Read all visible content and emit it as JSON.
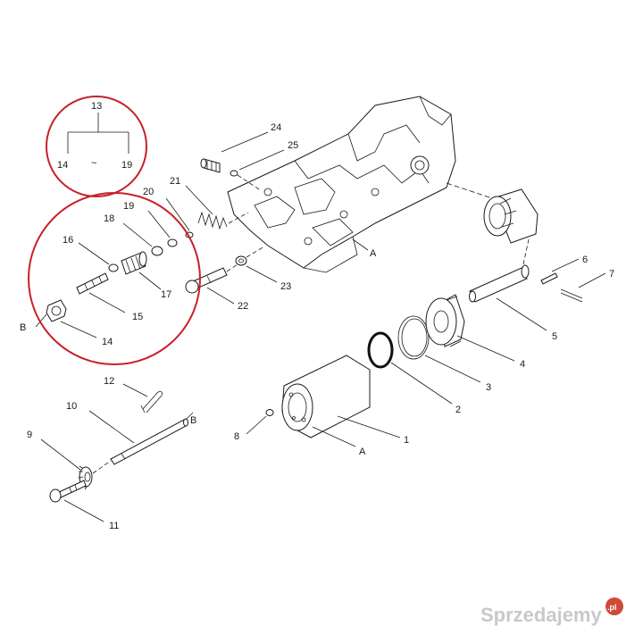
{
  "callouts": {
    "c1": "1",
    "c2": "2",
    "c3": "3",
    "c4": "4",
    "c5": "5",
    "c6": "6",
    "c7": "7",
    "c8": "8",
    "c9": "9",
    "c10": "10",
    "c11": "11",
    "c12": "12",
    "c14": "14",
    "c15": "15",
    "c16": "16",
    "c17": "17",
    "c18": "18",
    "c19": "19",
    "c20": "20",
    "c21": "21",
    "c22": "22",
    "c23": "23",
    "c24": "24",
    "c25": "25",
    "housingA": "A",
    "cylinderA": "A",
    "shaftB": "B",
    "nutB": "B"
  },
  "group_highlight": {
    "parent": "13",
    "range_from": "14",
    "range_sep": "~",
    "range_to": "19",
    "ring_color": "#c8202a"
  },
  "watermark": {
    "text": "Sprzedajemy",
    "suffix": ".pl",
    "dot_color": "#d04a3a"
  }
}
